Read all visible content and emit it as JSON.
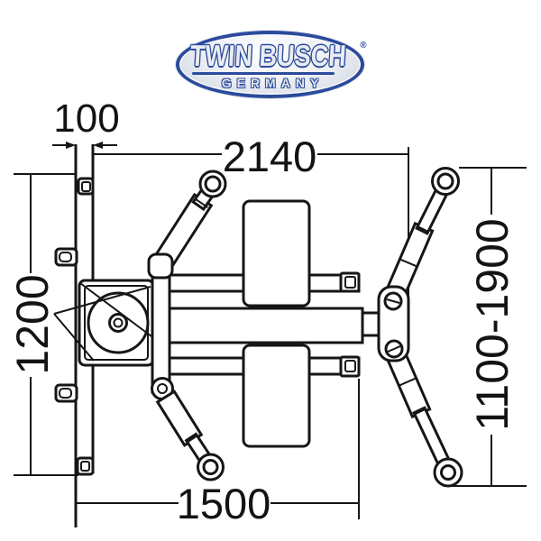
{
  "logo": {
    "brand": "TWIN BUSCH",
    "registered_mark": "®",
    "subtitle": "GERMANY"
  },
  "dimensions": {
    "d100": "100",
    "d2140": "2140",
    "d1200": "1200",
    "d1500": "1500",
    "d_height_range": "1100-1900"
  },
  "colors": {
    "line": "#161616",
    "logo_blue": "#2a4a9c",
    "logo_silver": "#e8ebf0",
    "background": "#ffffff"
  }
}
